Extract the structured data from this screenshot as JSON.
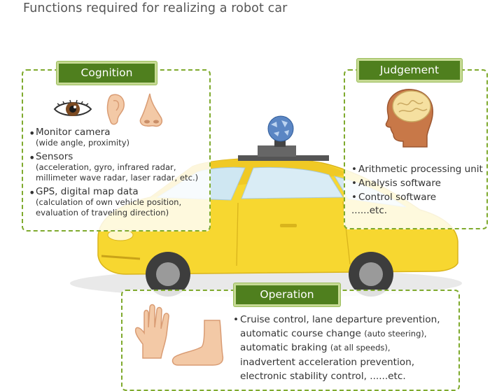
{
  "title": "Functions required for realizing a robot car",
  "cognition": {
    "header": "Cognition",
    "items": [
      {
        "main": "Monitor camera",
        "details": [
          "(wide angle, proximity)"
        ]
      },
      {
        "main": "Sensors",
        "details": [
          "(acceleration, gyro, infrared radar,",
          "millimeter wave radar, laser radar, etc.)"
        ]
      },
      {
        "main": "GPS, digital map data",
        "details": [
          "(calculation of own vehicle position,",
          "evaluation of traveling direction)"
        ]
      }
    ],
    "icons": [
      "eye-icon",
      "ear-icon",
      "nose-icon"
    ]
  },
  "judgement": {
    "header": "Judgement",
    "items": [
      "Arithmetic processing unit",
      "Analysis software",
      "Control software"
    ],
    "etc": "......etc.",
    "icons": [
      "head-brain-icon"
    ]
  },
  "operation": {
    "header": "Operation",
    "lines": [
      {
        "text": "Cruise control, lane departure prevention,",
        "small": ""
      },
      {
        "text": "automatic course change",
        "small": "(auto steering),"
      },
      {
        "text": "automatic braking",
        "small": "(at all speeds),"
      },
      {
        "text": "inadvertent acceleration prevention,",
        "small": ""
      },
      {
        "text": "electronic stability control, ......etc.",
        "small": ""
      }
    ],
    "icons": [
      "hand-icon",
      "foot-icon"
    ]
  },
  "colors": {
    "accent_green": "#4f7f1e",
    "border_green": "#7faa2e",
    "car_yellow": "#f7d730"
  }
}
